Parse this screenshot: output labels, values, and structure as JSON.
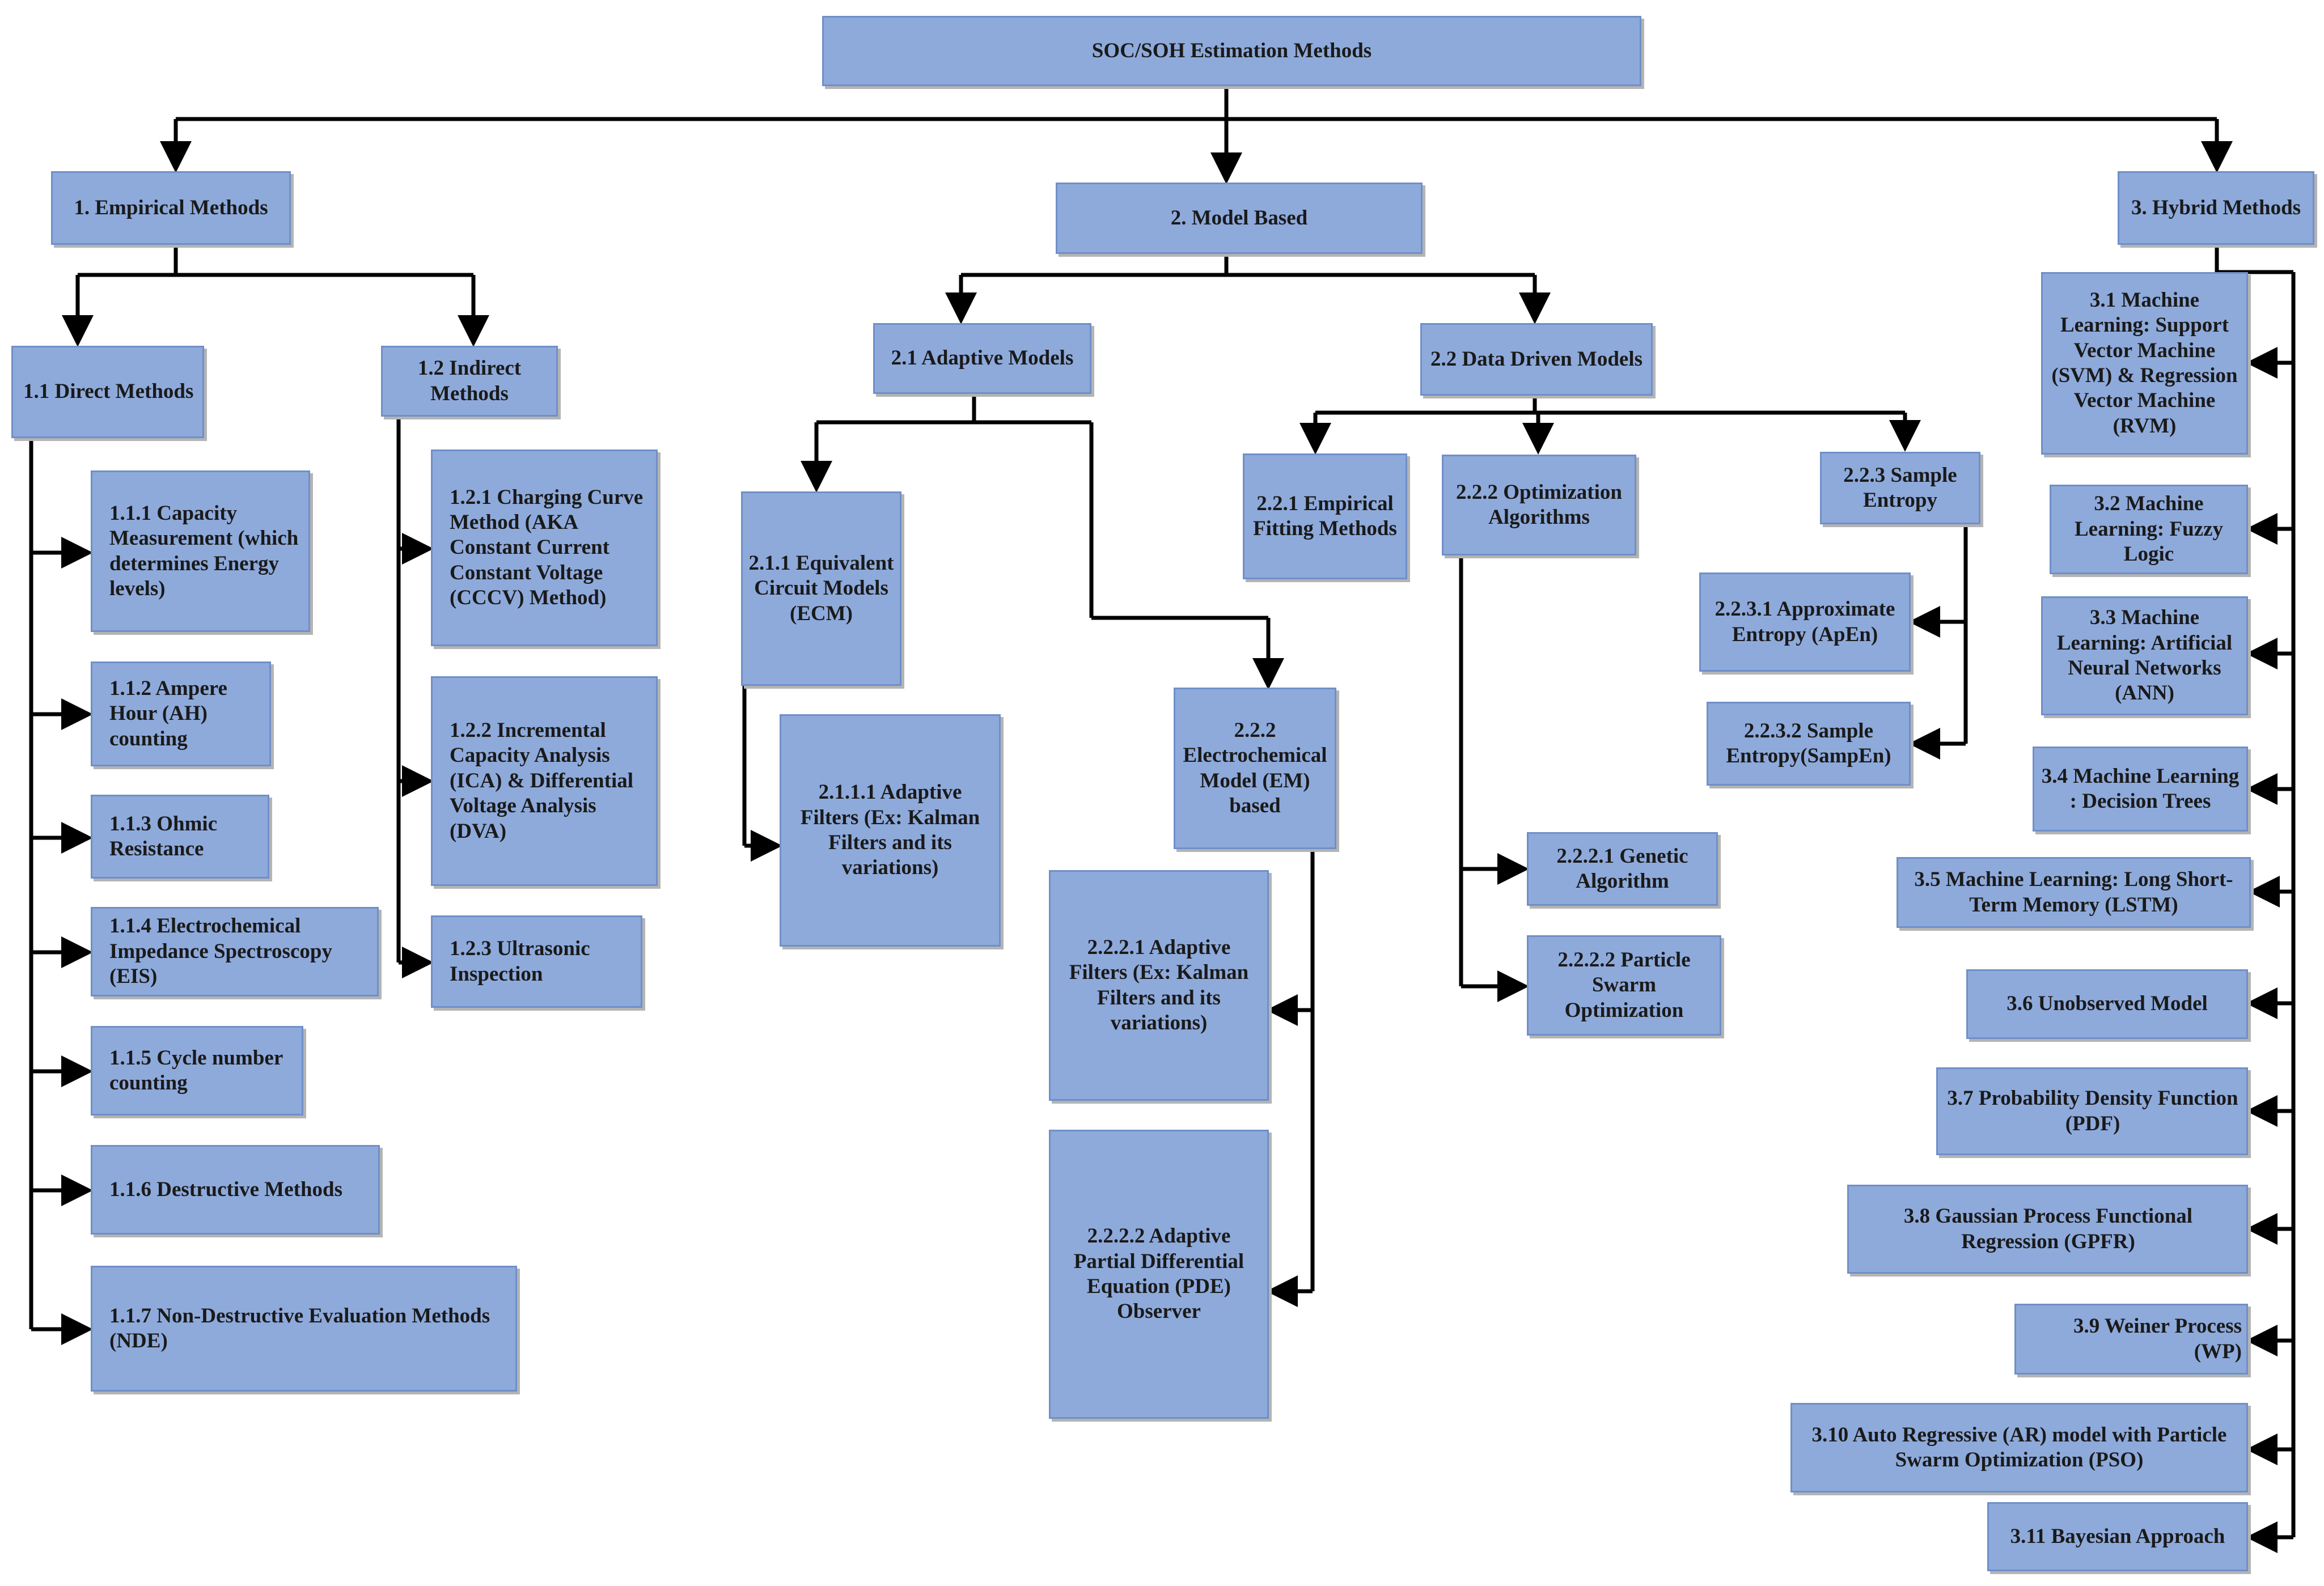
{
  "root": {
    "label": "SOC/SOH Estimation Methods"
  },
  "empirical": {
    "label": "1. Empirical Methods",
    "direct": {
      "label": "1.1 Direct Methods",
      "items": [
        "1.1.1 Capacity Measurement (which determines Energy levels)",
        "1.1.2 Ampere Hour (AH) counting",
        "1.1.3 Ohmic Resistance",
        "1.1.4 Electrochemical Impedance Spectroscopy (EIS)",
        "1.1.5 Cycle number counting",
        "1.1.6 Destructive Methods",
        "1.1.7 Non-Destructive Evaluation Methods (NDE)"
      ]
    },
    "indirect": {
      "label": "1.2 Indirect Methods",
      "items": [
        "1.2.1 Charging Curve Method (AKA Constant Current Constant Voltage (CCCV) Method)",
        "1.2.2 Incremental Capacity Analysis (ICA) & Differential Voltage Analysis (DVA)",
        "1.2.3 Ultrasonic Inspection"
      ]
    }
  },
  "model": {
    "label": "2. Model Based",
    "adaptive": {
      "label": "2.1 Adaptive Models",
      "ecm": "2.1.1 Equivalent Circuit Models (ECM)",
      "ecm_filters": "2.1.1.1 Adaptive Filters (Ex: Kalman Filters and its variations)",
      "em": "2.2.2 Electrochemical Model (EM) based",
      "em_filters": "2.2.2.1 Adaptive Filters (Ex: Kalman Filters and its variations)",
      "em_pde": "2.2.2.2 Adaptive Partial Differential Equation (PDE) Observer"
    },
    "datadriven": {
      "label": "2.2 Data Driven Models",
      "empirical_fitting": "2.2.1 Empirical Fitting Methods",
      "optimization": "2.2.2 Optimization Algorithms",
      "genetic": "2.2.2.1 Genetic Algorithm",
      "pso": "2.2.2.2 Particle Swarm Optimization",
      "sample_entropy": "2.2.3 Sample Entropy",
      "apen": "2.2.3.1 Approximate Entropy (ApEn)",
      "sampen": "2.2.3.2 Sample Entropy(SampEn)"
    }
  },
  "hybrid": {
    "label": "3. Hybrid Methods",
    "items": [
      "3.1 Machine Learning: Support Vector Machine (SVM) & Regression Vector Machine (RVM)",
      "3.2 Machine Learning: Fuzzy Logic",
      "3.3 Machine Learning: Artificial Neural Networks (ANN)",
      "3.4 Machine Learning : Decision Trees",
      "3.5 Machine Learning: Long Short-Term Memory (LSTM)",
      "3.6 Unobserved Model",
      "3.7 Probability Density Function (PDF)",
      "3.8 Gaussian Process Functional Regression (GPFR)",
      "3.9 Weiner Process (WP)",
      "3.10 Auto Regressive (AR) model with Particle Swarm Optimization (PSO)",
      "3.11 Bayesian Approach"
    ]
  }
}
